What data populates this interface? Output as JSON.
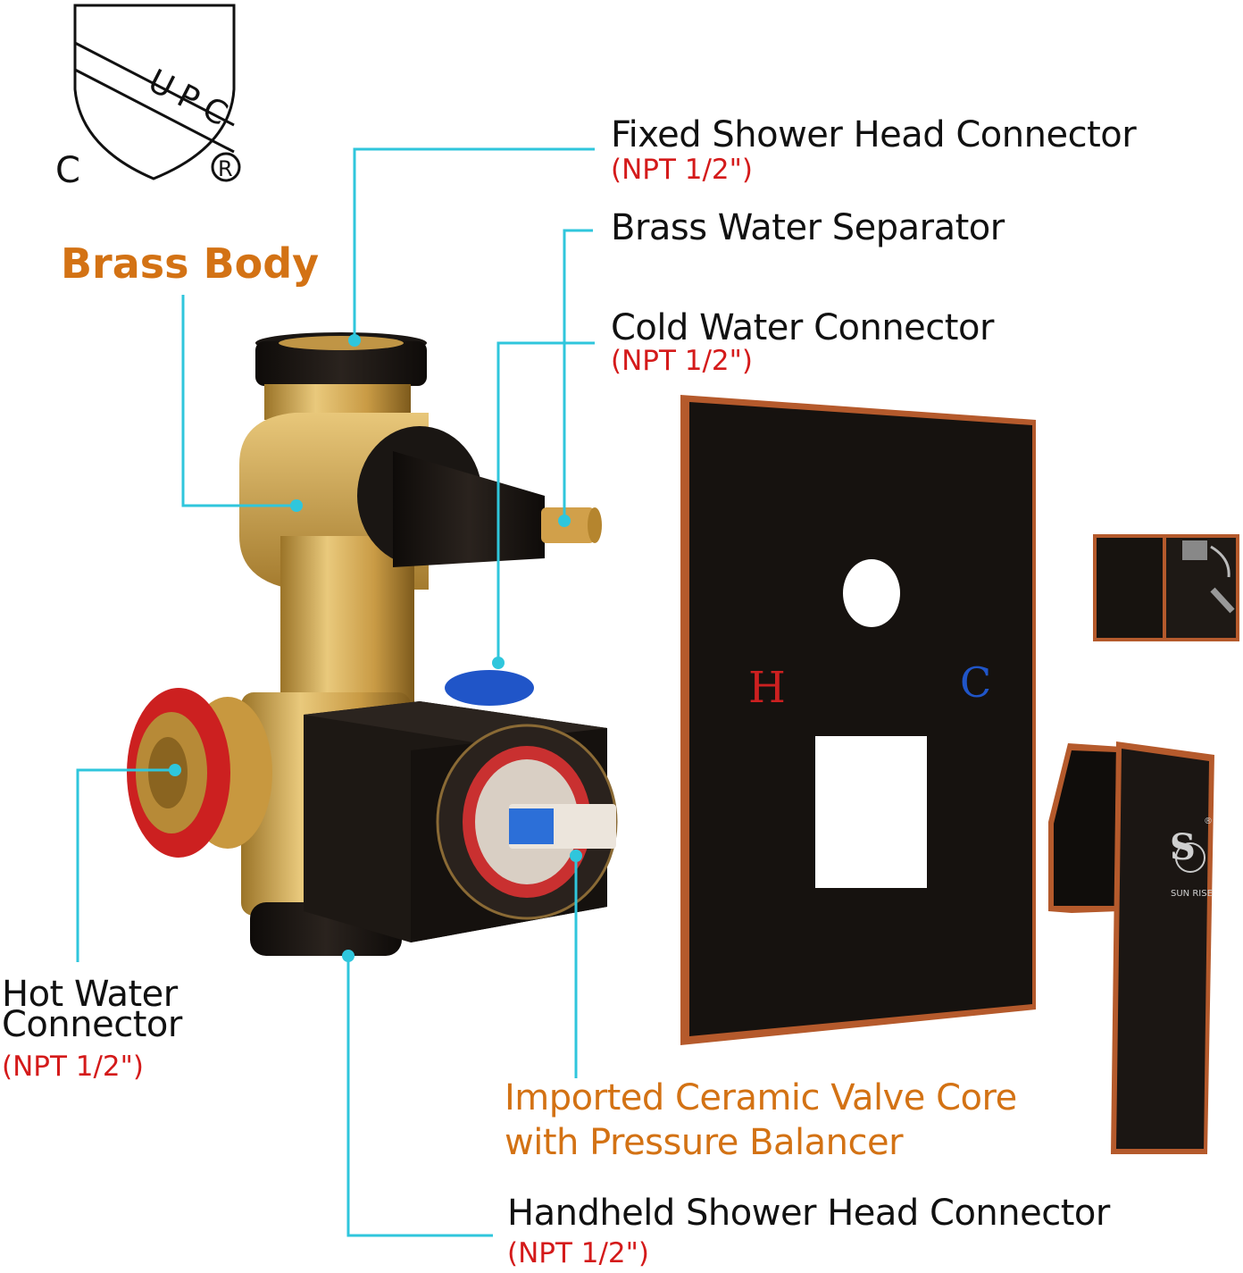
{
  "certification": {
    "mark_text": "UPC",
    "left_letter": "C",
    "registered_symbol": "®"
  },
  "callouts": {
    "fixed_shower": {
      "title": "Fixed Shower Head Connector",
      "spec": "(NPT 1/2\")"
    },
    "separator": {
      "title": "Brass Water Separator"
    },
    "cold_water": {
      "title": "Cold Water Connector",
      "spec": "(NPT 1/2\")"
    },
    "brass_body": {
      "title": "Brass Body"
    },
    "hot_water": {
      "title_line1": "Hot Water",
      "title_line2": "Connector",
      "spec": "(NPT 1/2\")"
    },
    "valve_core": {
      "line1": "Imported Ceramic Valve Core",
      "line2": "with Pressure Balancer"
    },
    "handheld": {
      "title": "Handheld Shower Head Connector",
      "spec": "(NPT 1/2\")"
    }
  },
  "trim_plate": {
    "hot_letter": "H",
    "cold_letter": "C"
  },
  "handle": {
    "brand": "SUN RISE",
    "brand_mark": "S",
    "registered_symbol": "®"
  },
  "colors": {
    "leader_line": "#2fc6dc",
    "label_accent": "#d37214",
    "spec_red": "#d41a1a",
    "brass": "#d5ab55",
    "matte_black": "#181410",
    "copper_edge": "#b55a2c",
    "hot_red": "#cc2020",
    "cold_blue": "#2055c8"
  }
}
